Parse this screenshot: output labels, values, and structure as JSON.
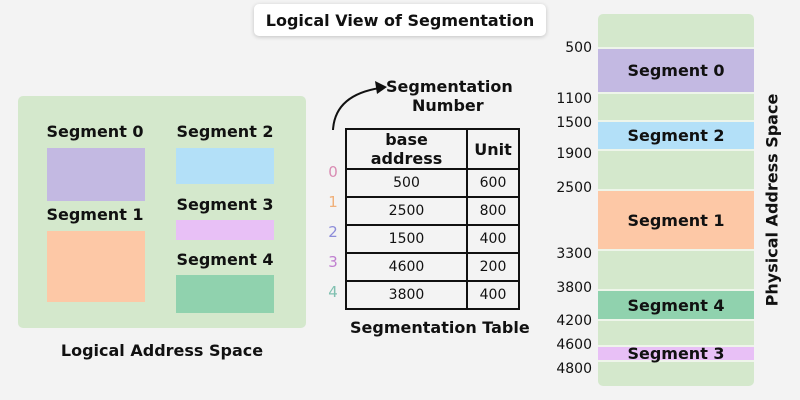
{
  "title": "Logical View of Segmentation",
  "logical": {
    "caption": "Logical Address Space",
    "segments": [
      {
        "label": "Segment 0",
        "color": "#c3b9e2"
      },
      {
        "label": "Segment 1",
        "color": "#fdc8a6"
      },
      {
        "label": "Segment 2",
        "color": "#b3e0f8"
      },
      {
        "label": "Segment 3",
        "color": "#e8c0f6"
      },
      {
        "label": "Segment 4",
        "color": "#90d2ae"
      }
    ]
  },
  "table": {
    "arrow_label_1": "Segmentation",
    "arrow_label_2": "Number",
    "caption": "Segmentation Table",
    "headers": [
      "base address",
      "Unit"
    ],
    "rows": [
      {
        "index": "0",
        "base": "500",
        "unit": "600",
        "color": "#d98cb3"
      },
      {
        "index": "1",
        "base": "2500",
        "unit": "800",
        "color": "#f0b07a"
      },
      {
        "index": "2",
        "base": "1500",
        "unit": "400",
        "color": "#8c8cd9"
      },
      {
        "index": "3",
        "base": "4600",
        "unit": "200",
        "color": "#c080d0"
      },
      {
        "index": "4",
        "base": "3800",
        "unit": "400",
        "color": "#80c0b0"
      }
    ]
  },
  "physical": {
    "caption": "Physical Address Space",
    "addresses": [
      "500",
      "1100",
      "1500",
      "1900",
      "2500",
      "3300",
      "3800",
      "4200",
      "4600",
      "4800"
    ],
    "bands": [
      {
        "label": "Segment 0"
      },
      {
        "label": "Segment 2"
      },
      {
        "label": "Segment 1"
      },
      {
        "label": "Segment 4"
      },
      {
        "label": "Segment 3"
      }
    ]
  }
}
